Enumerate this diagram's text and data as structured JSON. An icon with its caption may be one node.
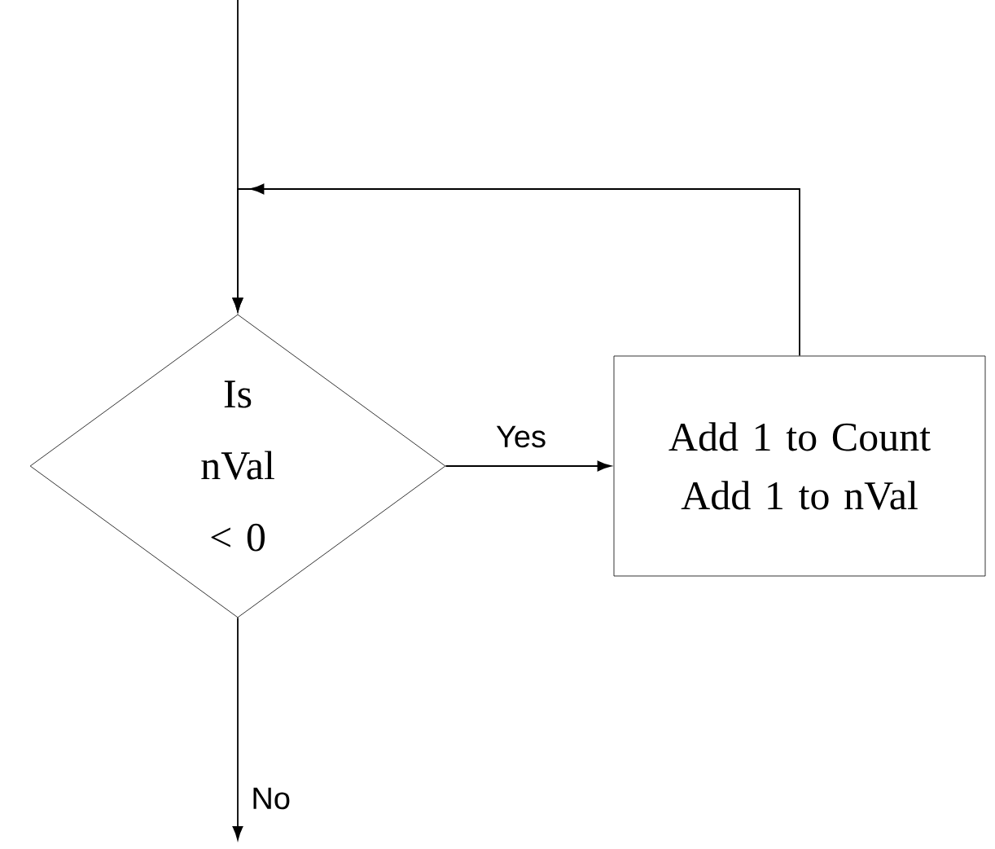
{
  "diagram": {
    "nodes": [
      {
        "text": [
          "Is nVal < 0"
        ]
      },
      {
        "text": [
          "Add 1 to Count",
          "Add 1 to nVal"
        ]
      }
    ],
    "edges": [
      {
        "from": null,
        "to": 0,
        "arrow": "to"
      },
      {
        "from": 0,
        "to": 1,
        "arrow": "to",
        "label": "Yes"
      },
      {
        "from": 1,
        "to": 0,
        "arrow": "to"
      },
      {
        "from": 0,
        "to": null,
        "arrow": "to",
        "label": "No"
      }
    ]
  }
}
